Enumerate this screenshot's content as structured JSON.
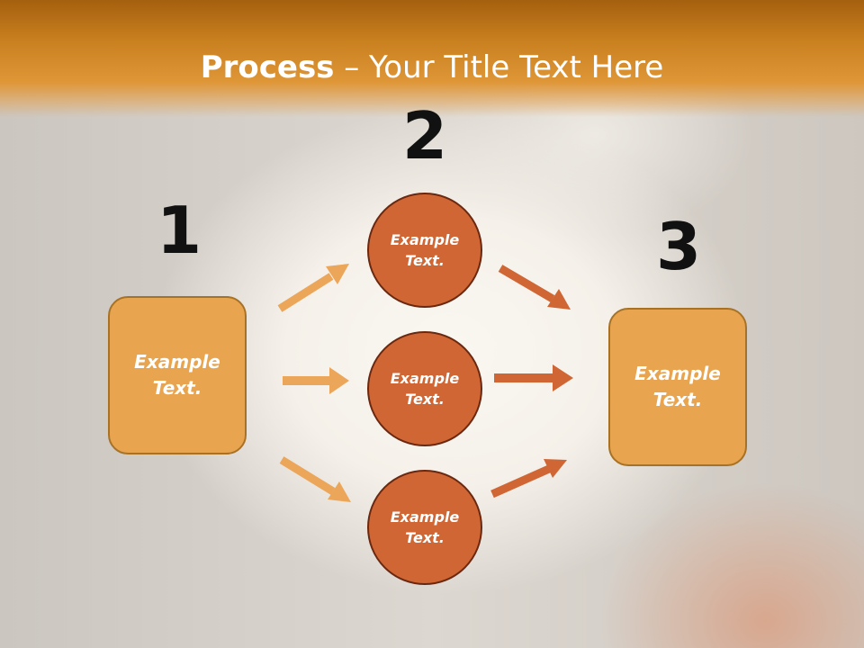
{
  "title": {
    "bold": "Process",
    "rest": " – Your Title Text Here"
  },
  "steps": {
    "one": "1",
    "two": "2",
    "three": "3"
  },
  "left_box": {
    "label": "Example\nText."
  },
  "circles": [
    {
      "label": "Example\nText."
    },
    {
      "label": "Example\nText."
    },
    {
      "label": "Example\nText."
    }
  ],
  "right_box": {
    "label": "Example\nText."
  },
  "colors": {
    "accent_light": "#e8a44e",
    "accent_dark": "#cf6633",
    "header": "#d88a2a"
  }
}
